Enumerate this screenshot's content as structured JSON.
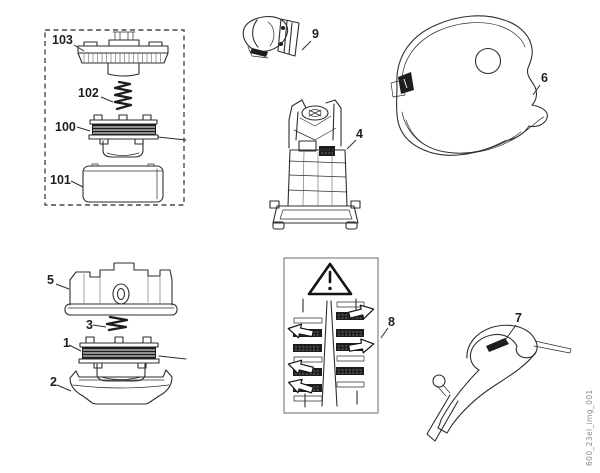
{
  "figure": {
    "watermark": "600_23el_img_001",
    "background_color": "#ffffff",
    "line_color": "#2e2e2e"
  },
  "icons": {
    "warning_triangle": "⚠"
  },
  "callouts": {
    "c1": "1",
    "c2": "2",
    "c3": "3",
    "c4": "4",
    "c5": "5",
    "c6": "6",
    "c7": "7",
    "c8": "8",
    "c9": "9",
    "c100": "100",
    "c101": "101",
    "c102": "102",
    "c103": "103"
  }
}
